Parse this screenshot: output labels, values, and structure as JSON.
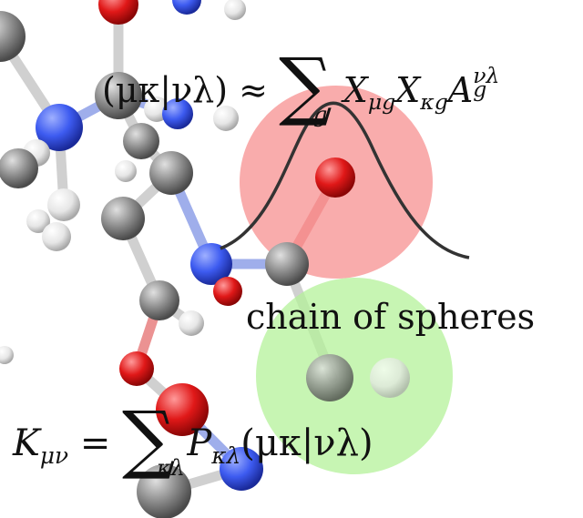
{
  "caption": "chain of spheres",
  "equation_top": {
    "lhs": "(μκ|νλ) ≈",
    "sum_symbol": "∑",
    "sum_index": "g",
    "term1": "X",
    "term1_sub": "μg",
    "term2": "X",
    "term2_sub": "κg",
    "term3": "A",
    "term3_sub": "g",
    "term3_sup": "νλ"
  },
  "equation_bottom": {
    "lhs": "K",
    "lhs_sub": "μν",
    "equals": "=",
    "sum_symbol": "∑",
    "sum_index": "κλ",
    "term": "P",
    "term_sub": "κλ",
    "rhs": "(μκ|νλ)"
  },
  "colors": {
    "carbon": "#8c8c8c",
    "nitrogen": "#3d5bf0",
    "oxygen": "#e01818",
    "hydrogen": "#e6e6e6",
    "red_sphere": "#f79090",
    "green_sphere": "#b4f29a",
    "curve": "#333333"
  }
}
